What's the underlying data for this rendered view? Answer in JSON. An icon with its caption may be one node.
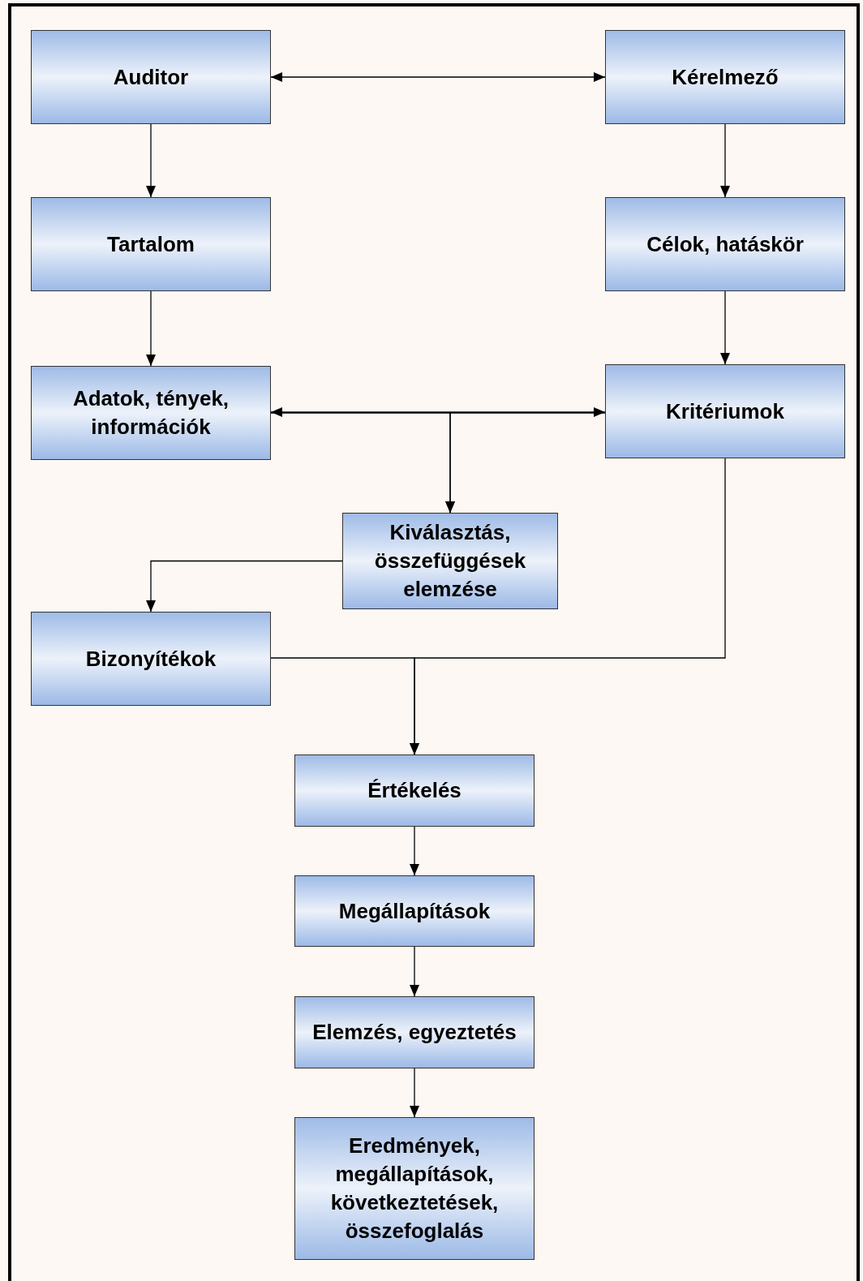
{
  "diagram": {
    "nodes": [
      {
        "text": [
          "Auditor"
        ]
      },
      {
        "text": [
          "Kérelmező"
        ]
      },
      {
        "text": [
          "Tartalom"
        ]
      },
      {
        "text": [
          "Célok, hatáskör"
        ]
      },
      {
        "text": [
          "Adatok, tények, információk"
        ]
      },
      {
        "text": [
          "Kritériumok"
        ]
      },
      {
        "text": [
          "Kiválasztás, összefüggések elemzése"
        ]
      },
      {
        "text": [
          "Bizonyítékok"
        ]
      },
      {
        "text": [
          "Értékelés"
        ]
      },
      {
        "text": [
          "Megállapítások"
        ]
      },
      {
        "text": [
          "Elemzés, egyeztetés"
        ]
      },
      {
        "text": [
          "Eredmények, megállapítások, következtetések, összefoglalás"
        ]
      }
    ],
    "edges": [
      {
        "from": 0,
        "to": 1,
        "arrow": "both"
      },
      {
        "from": 0,
        "to": 2,
        "arrow": "to"
      },
      {
        "from": 1,
        "to": 3,
        "arrow": "to"
      },
      {
        "from": 2,
        "to": 4,
        "arrow": "to"
      },
      {
        "from": 3,
        "to": 5,
        "arrow": "to"
      },
      {
        "from": 4,
        "to": 5,
        "arrow": "both"
      },
      {
        "from": 4,
        "to": 6,
        "arrow": "to"
      },
      {
        "from": 5,
        "to": 6,
        "arrow": "to"
      },
      {
        "from": 6,
        "to": 7,
        "arrow": "to"
      },
      {
        "from": 7,
        "to": 8,
        "arrow": "to"
      },
      {
        "from": 5,
        "to": 8,
        "arrow": "to"
      },
      {
        "from": 8,
        "to": 9,
        "arrow": "to"
      },
      {
        "from": 9,
        "to": 10,
        "arrow": "to"
      },
      {
        "from": 10,
        "to": 11,
        "arrow": "to"
      }
    ]
  }
}
